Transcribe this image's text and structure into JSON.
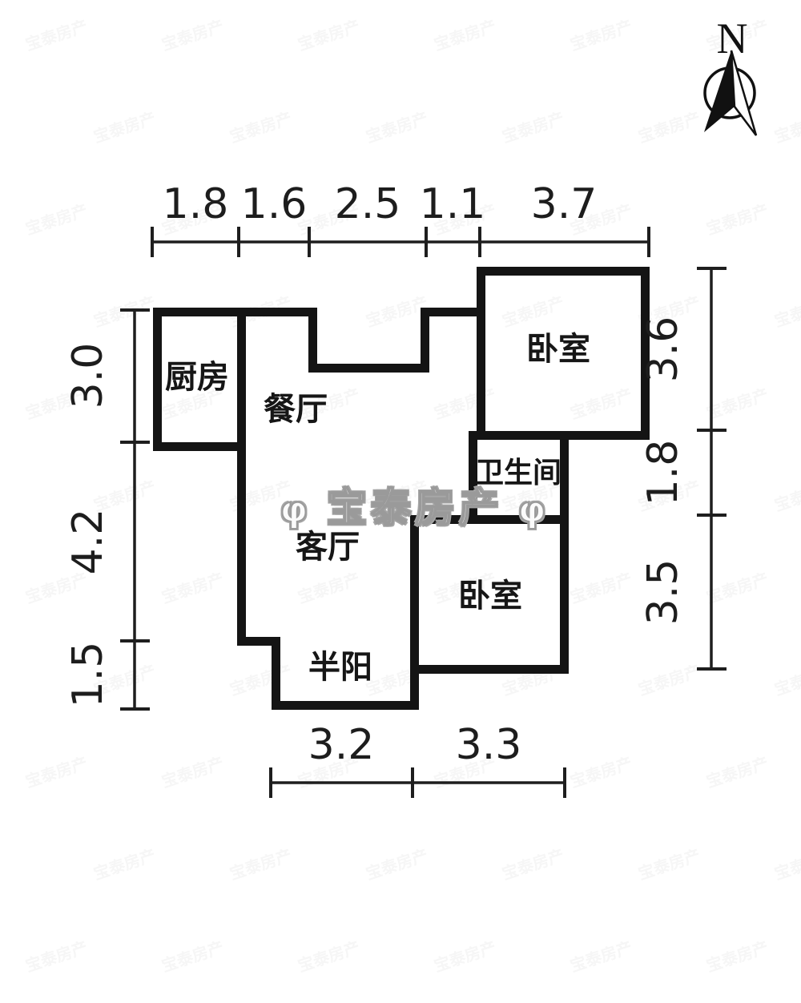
{
  "compass": {
    "label": "N"
  },
  "rooms": [
    {
      "id": "kitchen",
      "label": "厨房"
    },
    {
      "id": "dining",
      "label": "餐厅"
    },
    {
      "id": "bedroom-top",
      "label": "卧室"
    },
    {
      "id": "bathroom",
      "label": "卫生间"
    },
    {
      "id": "living",
      "label": "客厅"
    },
    {
      "id": "bedroom-right",
      "label": "卧室"
    },
    {
      "id": "balcony",
      "label": "半阳"
    }
  ],
  "dimensions": {
    "top": [
      "1.8",
      "1.6",
      "2.5",
      "1.1",
      "3.7"
    ],
    "left": [
      "3.0",
      "4.2",
      "1.5"
    ],
    "right": [
      "3.6",
      "1.8",
      "3.5"
    ],
    "bottom": [
      "3.2",
      "3.3"
    ]
  },
  "watermark": {
    "glyph": "φ",
    "text": "宝泰房产",
    "tile_text": "宝泰房产"
  },
  "colors": {
    "wall": "#141414",
    "dimension": "#1e1e1e",
    "background": "#ffffff"
  }
}
